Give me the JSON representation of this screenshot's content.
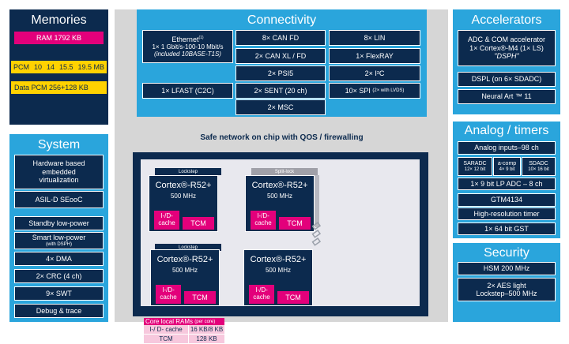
{
  "memories": {
    "title": "Memories",
    "ram": "RAM 1792 KB",
    "pcm_steps": [
      "PCM",
      "10",
      "14",
      "15.5",
      "19.5 MB"
    ],
    "data_pcm": "Data PCM 256+128 KB"
  },
  "system": {
    "title": "System",
    "items": [
      "Hardware based embedded virtualization",
      "ASIL-D SEooC",
      "Standby low-power",
      "Smart low-power",
      "4× DMA",
      "2× CRC (4 ch)",
      "9× SWT",
      "Debug & trace"
    ],
    "smart_lp_sub": "(with DSPH)"
  },
  "connectivity": {
    "title": "Connectivity",
    "ethernet_line1": "Ethernet",
    "ethernet_sup": "(1)",
    "ethernet_line2": "1× 1 Gbit/s-100-10 Mbit/s",
    "ethernet_line3": "(included 10BASE-T1S)",
    "can_fd": "8× CAN FD",
    "lin": "8× LIN",
    "can_xl": "2× CAN XL / FD",
    "flexray": "1× FlexRAY",
    "psi5": "2× PSI5",
    "i2c": "2× I²C",
    "lfast": "1× LFAST (C2C)",
    "sent": "2× SENT (20 ch)",
    "spi": "10× SPI",
    "spi_sub": "(2× with LVDS)",
    "msc": "2× MSC"
  },
  "network_label": "Safe network on chip with QOS / firewalling",
  "cpus": [
    {
      "tag": "Lockstep",
      "name": "Cortex®-R52+",
      "freq": "500 MHz",
      "cache": "I-/D-cache",
      "tcm": "TCM"
    },
    {
      "tag": "Split-lock",
      "name": "Cortex®-R52+",
      "freq": "500 MHz",
      "cache": "I-/D-cache",
      "tcm": "TCM"
    },
    {
      "tag": "Lockstep",
      "name": "Cortex®-R52+",
      "freq": "500 MHz",
      "cache": "I-/D-cache",
      "tcm": "TCM"
    },
    {
      "tag": "",
      "name": "Cortex®-R52+",
      "freq": "500 MHz",
      "cache": "I-/D-cache",
      "tcm": "TCM"
    }
  ],
  "local_ram": {
    "title": "Core local RAMs",
    "title_sub": "(per core)",
    "rows": [
      {
        "label": "I-/ D- cache",
        "value": "16 KB/8 KB"
      },
      {
        "label": "TCM",
        "value": "128 KB"
      }
    ]
  },
  "accelerators": {
    "title": "Accelerators",
    "adc_line1": "ADC & COM accelerator",
    "adc_line2": "1× Cortex®-M4 (1× LS)",
    "adc_line3": "\"DSPH\"",
    "dspl": "DSPL (on 6× SDADC)",
    "neural": "Neural Art ™ 11"
  },
  "analog": {
    "title": "Analog / timers",
    "inputs": "Analog inputs–98 ch",
    "saradc": "SARADC",
    "saradc_sub": "12× 12 bit",
    "acomp": "a-comp",
    "acomp_sub": "4× 9 bit",
    "sdadc": "SDADC",
    "sdadc_sub": "10× 16 bit",
    "lpadc": "1× 9 bit LP ADC – 8 ch",
    "gtm": "GTM4134",
    "hrtimer": "High-resolution timer",
    "gst": "1× 64 bit GST"
  },
  "security": {
    "title": "Security",
    "hsm": "HSM 200 MHz",
    "aes_line1": "2× AES light",
    "aes_line2": "Lockstep–500 MHz"
  },
  "colors": {
    "navy": "#0c2a4e",
    "cyan": "#2aa5dc",
    "magenta": "#e3007b",
    "yellow": "#ffd200",
    "grey": "#d6d6d6",
    "pink_light": "#f7c8dd"
  }
}
